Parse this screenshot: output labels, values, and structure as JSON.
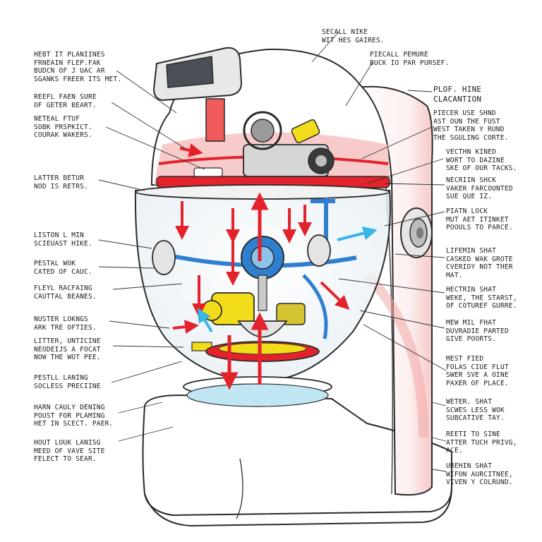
{
  "colors": {
    "outline": "#2a2a2a",
    "shell": "#ffffff",
    "accent_red": "#e4222c",
    "accent_pink": "#f6b9b9",
    "accent_yellow": "#f2dc19",
    "accent_blue": "#2f7fd0",
    "accent_cyan": "#38b6e6",
    "metal": "#c9c9c9"
  },
  "icons": {
    "control_display": "display-screen-icon",
    "side_knob": "knob-icon"
  },
  "callouts": {
    "left": [
      {
        "lines": [
          "HEBT IT PLANIINES",
          "FRNEAIN FLEP.FAK",
          "BUDCN OF J UAC AR",
          "SGANKS FREER ITS MET."
        ]
      },
      {
        "lines": [
          "REEFL FAEN SURE",
          "OF GETER BEART."
        ]
      },
      {
        "lines": [
          "NETEAL FTUF",
          "SOBK PRSPKICT.",
          "COURAK WAKERS."
        ]
      },
      {
        "lines": [
          "LATTER BETUR",
          "NOD IS RETRS."
        ]
      },
      {
        "lines": [
          "LISTON L MIN",
          "SCIEUAST HIKE."
        ]
      },
      {
        "lines": [
          "PESTAL WOK",
          "CATED OF CAUC."
        ]
      },
      {
        "lines": [
          "FLEYL RACFAING",
          "CAUTTAL BEANES."
        ]
      },
      {
        "lines": [
          "NUSTER LOKNGS",
          "ARK TRE OFTIES."
        ]
      },
      {
        "lines": [
          "LITTER, UNTICINE",
          "NEODEIJS A FOCAT",
          "NOW THE WOT PEE."
        ]
      },
      {
        "lines": [
          "PESTLL LANING",
          "SOCLESS PRECIINE"
        ]
      },
      {
        "lines": [
          "HARN CAULY DENING",
          "POUST FOR PLAMING",
          "HET IN SCECT. PAER."
        ]
      },
      {
        "lines": [
          "HOUT LOUK LANISG",
          "MEED OF VAVE SITE",
          "FELECT TO SEAR."
        ]
      }
    ],
    "top": [
      {
        "lines": [
          "SECALL NIKE",
          "WIT HES GAIRES."
        ]
      },
      {
        "lines": [
          "PIECALL PEMURE",
          "BUCK IO PAR PURSEF."
        ]
      }
    ],
    "right": [
      {
        "lines": [
          "PLOF. HINE",
          "CLACANTION"
        ]
      },
      {
        "lines": [
          "PIECER USE SHND",
          "AST OUN THE FUST",
          "WEST TAKEN Y RUND",
          "THE SGULING CORTE."
        ]
      },
      {
        "lines": [
          "VECTHN KINED",
          "WORT TO DAZINE",
          "SKE OF OUR TACKS."
        ]
      },
      {
        "lines": [
          "NECRIIN SHCK",
          "VAKER FARCOUNTED",
          "SUE QUE IZ."
        ]
      },
      {
        "lines": [
          "PIATN LOCK",
          "MUT AET ITINKET",
          "POOULS TO PARCE."
        ]
      },
      {
        "lines": [
          "LIFEMIN SHAT",
          "CASKED WAK GROTE",
          "CVERIDY NOT THER",
          "MAT."
        ]
      },
      {
        "lines": [
          "HECTRIN SHAT",
          "WEKE, THE STARST,",
          "OF COTUREF GURRE."
        ]
      },
      {
        "lines": [
          "MEW MIL FHAT",
          "DUVRADIE PARTED",
          "GIVE POORTS."
        ]
      },
      {
        "lines": [
          "MEST FIED",
          "FOLAS CIUE FLUT",
          "SWER SVE A OINE",
          "PAXER OF PLACE."
        ]
      },
      {
        "lines": [
          "WETER. SHAT",
          "SCWES LESS WOK",
          "SUBCATIVE TAY."
        ]
      },
      {
        "lines": [
          "REETI TO SINE",
          "ATTER TUCH PRIVG,",
          "ACE."
        ]
      },
      {
        "lines": [
          "UREHIN SHAT",
          "WIFON AURCITNEE,",
          "VIVEN Y COLRUND."
        ]
      }
    ]
  }
}
